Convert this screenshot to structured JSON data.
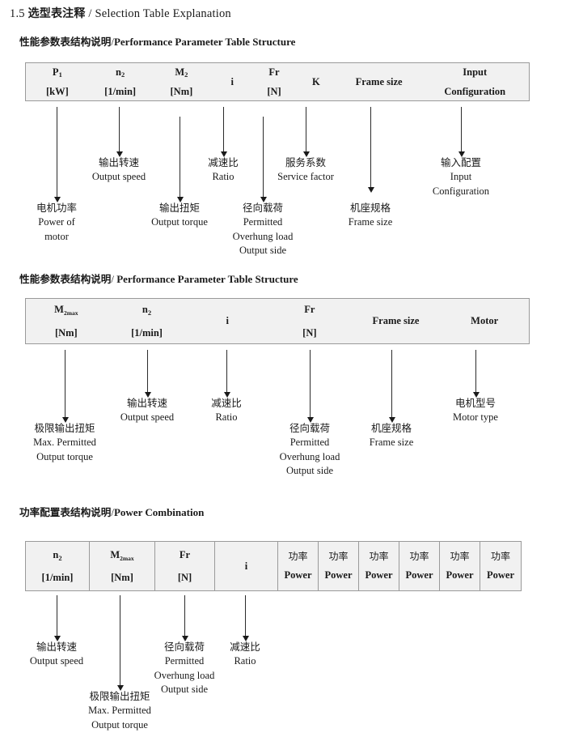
{
  "doc": {
    "title_number": "1.5",
    "title_cn": "选型表注释",
    "title_sep": "/",
    "title_en": "Selection Table Explanation"
  },
  "sections": [
    {
      "heading_cn": "性能参数表结构说明",
      "heading_sep": "/",
      "heading_en": "Performance Parameter Table Structure",
      "table": {
        "style": "plain",
        "columns": [
          {
            "l1": "P",
            "l1_sub": "1",
            "l2": "[kW]"
          },
          {
            "l1": "n",
            "l1_sub": "2",
            "l2": "[1/min]"
          },
          {
            "l1": "M",
            "l1_sub": "2",
            "l2": "[Nm]"
          },
          {
            "l1": "i",
            "l1_sub": "",
            "l2": ""
          },
          {
            "l1": "Fr",
            "l1_sub": "",
            "l2": "[N]"
          },
          {
            "l1": "K",
            "l1_sub": "",
            "l2": ""
          },
          {
            "l1": "Frame size",
            "l1_sub": "",
            "l2": ""
          },
          {
            "l1": "Input",
            "l1_sub": "",
            "l2": "Configuration"
          }
        ]
      },
      "captions": [
        {
          "cn": "电机功率",
          "en": [
            "Power of",
            "motor"
          ]
        },
        {
          "cn": "输出转速",
          "en": [
            "Output speed"
          ]
        },
        {
          "cn": "输出扭矩",
          "en": [
            "Output torque"
          ]
        },
        {
          "cn": "减速比",
          "en": [
            "Ratio"
          ]
        },
        {
          "cn": "径向载荷",
          "en": [
            "Permitted",
            "Overhung load",
            "Output side"
          ]
        },
        {
          "cn": "服务系数",
          "en": [
            "Service factor"
          ]
        },
        {
          "cn": "机座规格",
          "en": [
            "Frame size"
          ]
        },
        {
          "cn": "输入配置",
          "en": [
            "Input",
            "Configuration"
          ]
        }
      ]
    },
    {
      "heading_cn": "性能参数表结构说明",
      "heading_sep": "/",
      "heading_en": "Performance Parameter Table Structure",
      "table": {
        "style": "plain",
        "columns": [
          {
            "l1": "M",
            "l1_sub": "2max",
            "l2": "[Nm]"
          },
          {
            "l1": "n",
            "l1_sub": "2",
            "l2": "[1/min]"
          },
          {
            "l1": "i",
            "l1_sub": "",
            "l2": ""
          },
          {
            "l1": "Fr",
            "l1_sub": "",
            "l2": "[N]"
          },
          {
            "l1": "Frame size",
            "l1_sub": "",
            "l2": ""
          },
          {
            "l1": "Motor",
            "l1_sub": "",
            "l2": ""
          }
        ]
      },
      "captions": [
        {
          "cn": "极限输出扭矩",
          "en": [
            "Max. Permitted",
            "Output  torque"
          ]
        },
        {
          "cn": "输出转速",
          "en": [
            "Output speed"
          ]
        },
        {
          "cn": "减速比",
          "en": [
            "Ratio"
          ]
        },
        {
          "cn": "径向载荷",
          "en": [
            "Permitted",
            "Overhung load",
            "Output side"
          ]
        },
        {
          "cn": "机座规格",
          "en": [
            "Frame size"
          ]
        },
        {
          "cn": "电机型号",
          "en": [
            "Motor type"
          ]
        }
      ]
    },
    {
      "heading_cn": "功率配置表结构说明",
      "heading_sep": "/",
      "heading_en": "Power Combination",
      "table": {
        "style": "ruled",
        "columns": [
          {
            "l1": "n",
            "l1_sub": "2",
            "l2": "[1/min]"
          },
          {
            "l1": "M",
            "l1_sub": "2max",
            "l2": "[Nm]"
          },
          {
            "l1": "Fr",
            "l1_sub": "",
            "l2": "[N]"
          },
          {
            "l1": "i",
            "l1_sub": "",
            "l2": ""
          },
          {
            "l1_cn": "功率",
            "l2": "Power"
          },
          {
            "l1_cn": "功率",
            "l2": "Power"
          },
          {
            "l1_cn": "功率",
            "l2": "Power"
          },
          {
            "l1_cn": "功率",
            "l2": "Power"
          },
          {
            "l1_cn": "功率",
            "l2": "Power"
          },
          {
            "l1_cn": "功率",
            "l2": "Power"
          }
        ]
      },
      "captions": [
        {
          "cn": "输出转速",
          "en": [
            "Output speed"
          ]
        },
        {
          "cn": "极限输出扭矩",
          "en": [
            "Max. Permitted",
            "Output  torque"
          ]
        },
        {
          "cn": "径向载荷",
          "en": [
            "Permitted",
            "Overhung load",
            "Output side"
          ]
        },
        {
          "cn": "减速比",
          "en": [
            "Ratio"
          ]
        }
      ]
    }
  ]
}
